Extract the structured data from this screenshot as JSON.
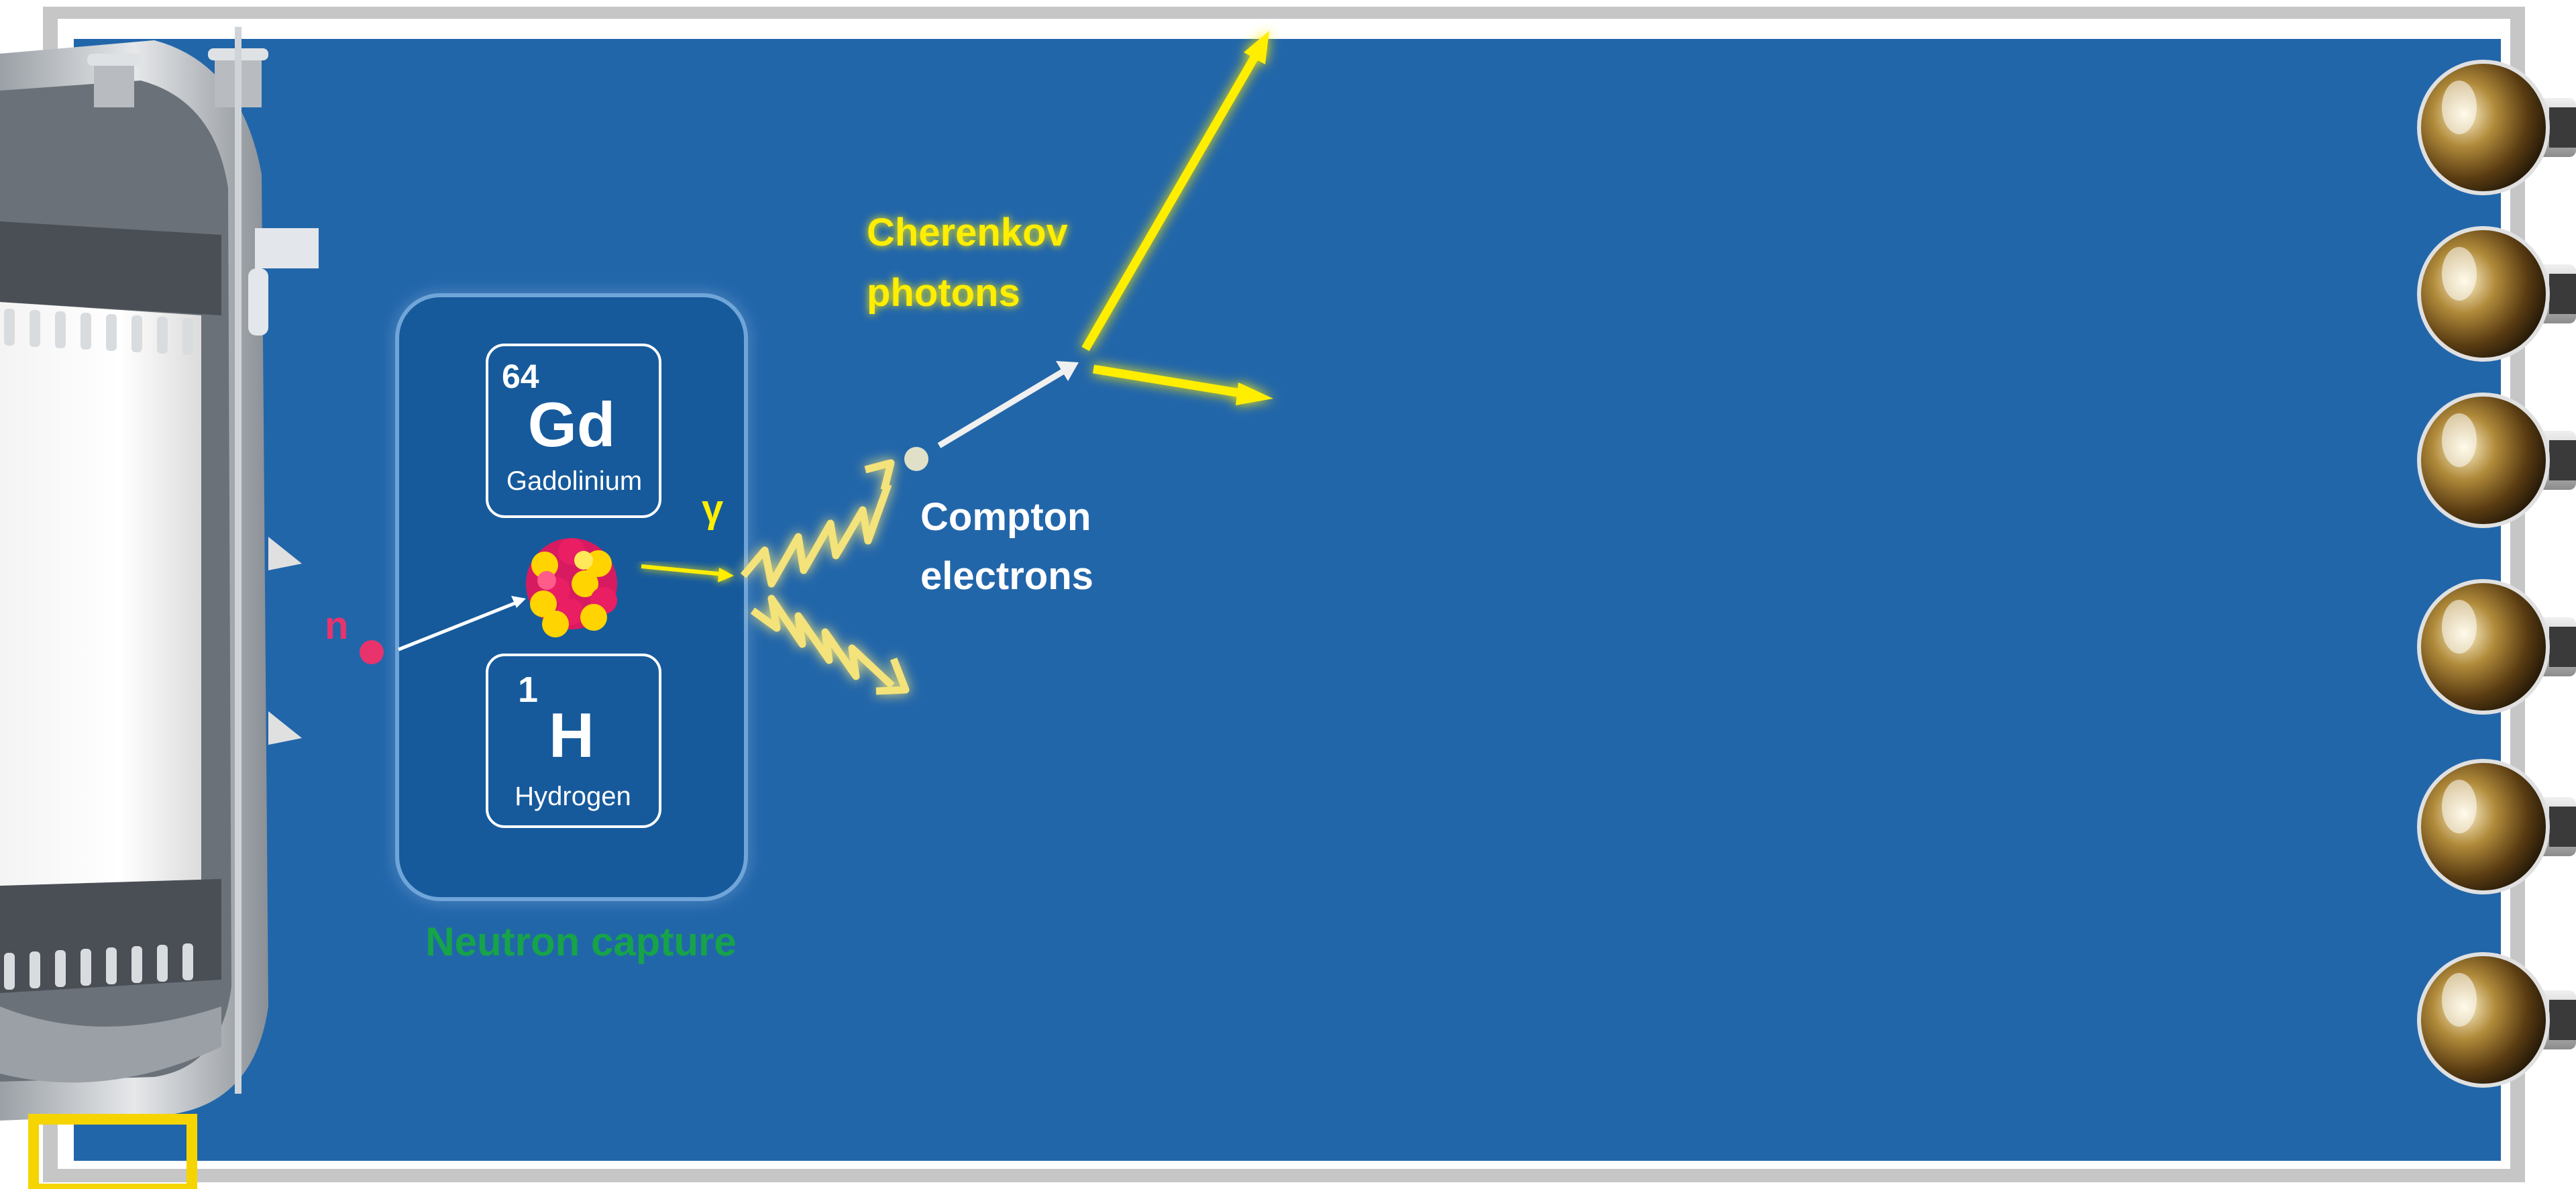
{
  "colors": {
    "water_blue": "#2266aa",
    "frame_gray": "#c6c6c6",
    "panel_blue": "#165a9c",
    "glow_yellow": "#ffee00",
    "neutron_pink": "#e8336d",
    "capture_green": "#16a34a",
    "corner_yellow": "#f5d400"
  },
  "labels": {
    "cherenkov_line1": "Cherenkov",
    "cherenkov_line2": "photons",
    "compton_line1": "Compton",
    "compton_line2": "electrons",
    "neutron": "n",
    "gamma": "γ",
    "neutron_capture": "Neutron capture"
  },
  "elements": {
    "gadolinium": {
      "number": "64",
      "symbol": "Gd",
      "name": "Gadolinium"
    },
    "hydrogen": {
      "number": "1",
      "symbol": "H",
      "name": "Hydrogen"
    }
  },
  "icons": {
    "detector_vessel": "detector-vessel-cutaway-icon",
    "pmt": "photomultiplier-tube-icon",
    "nucleus": "atomic-nucleus-icon"
  },
  "pmt_count": 6
}
